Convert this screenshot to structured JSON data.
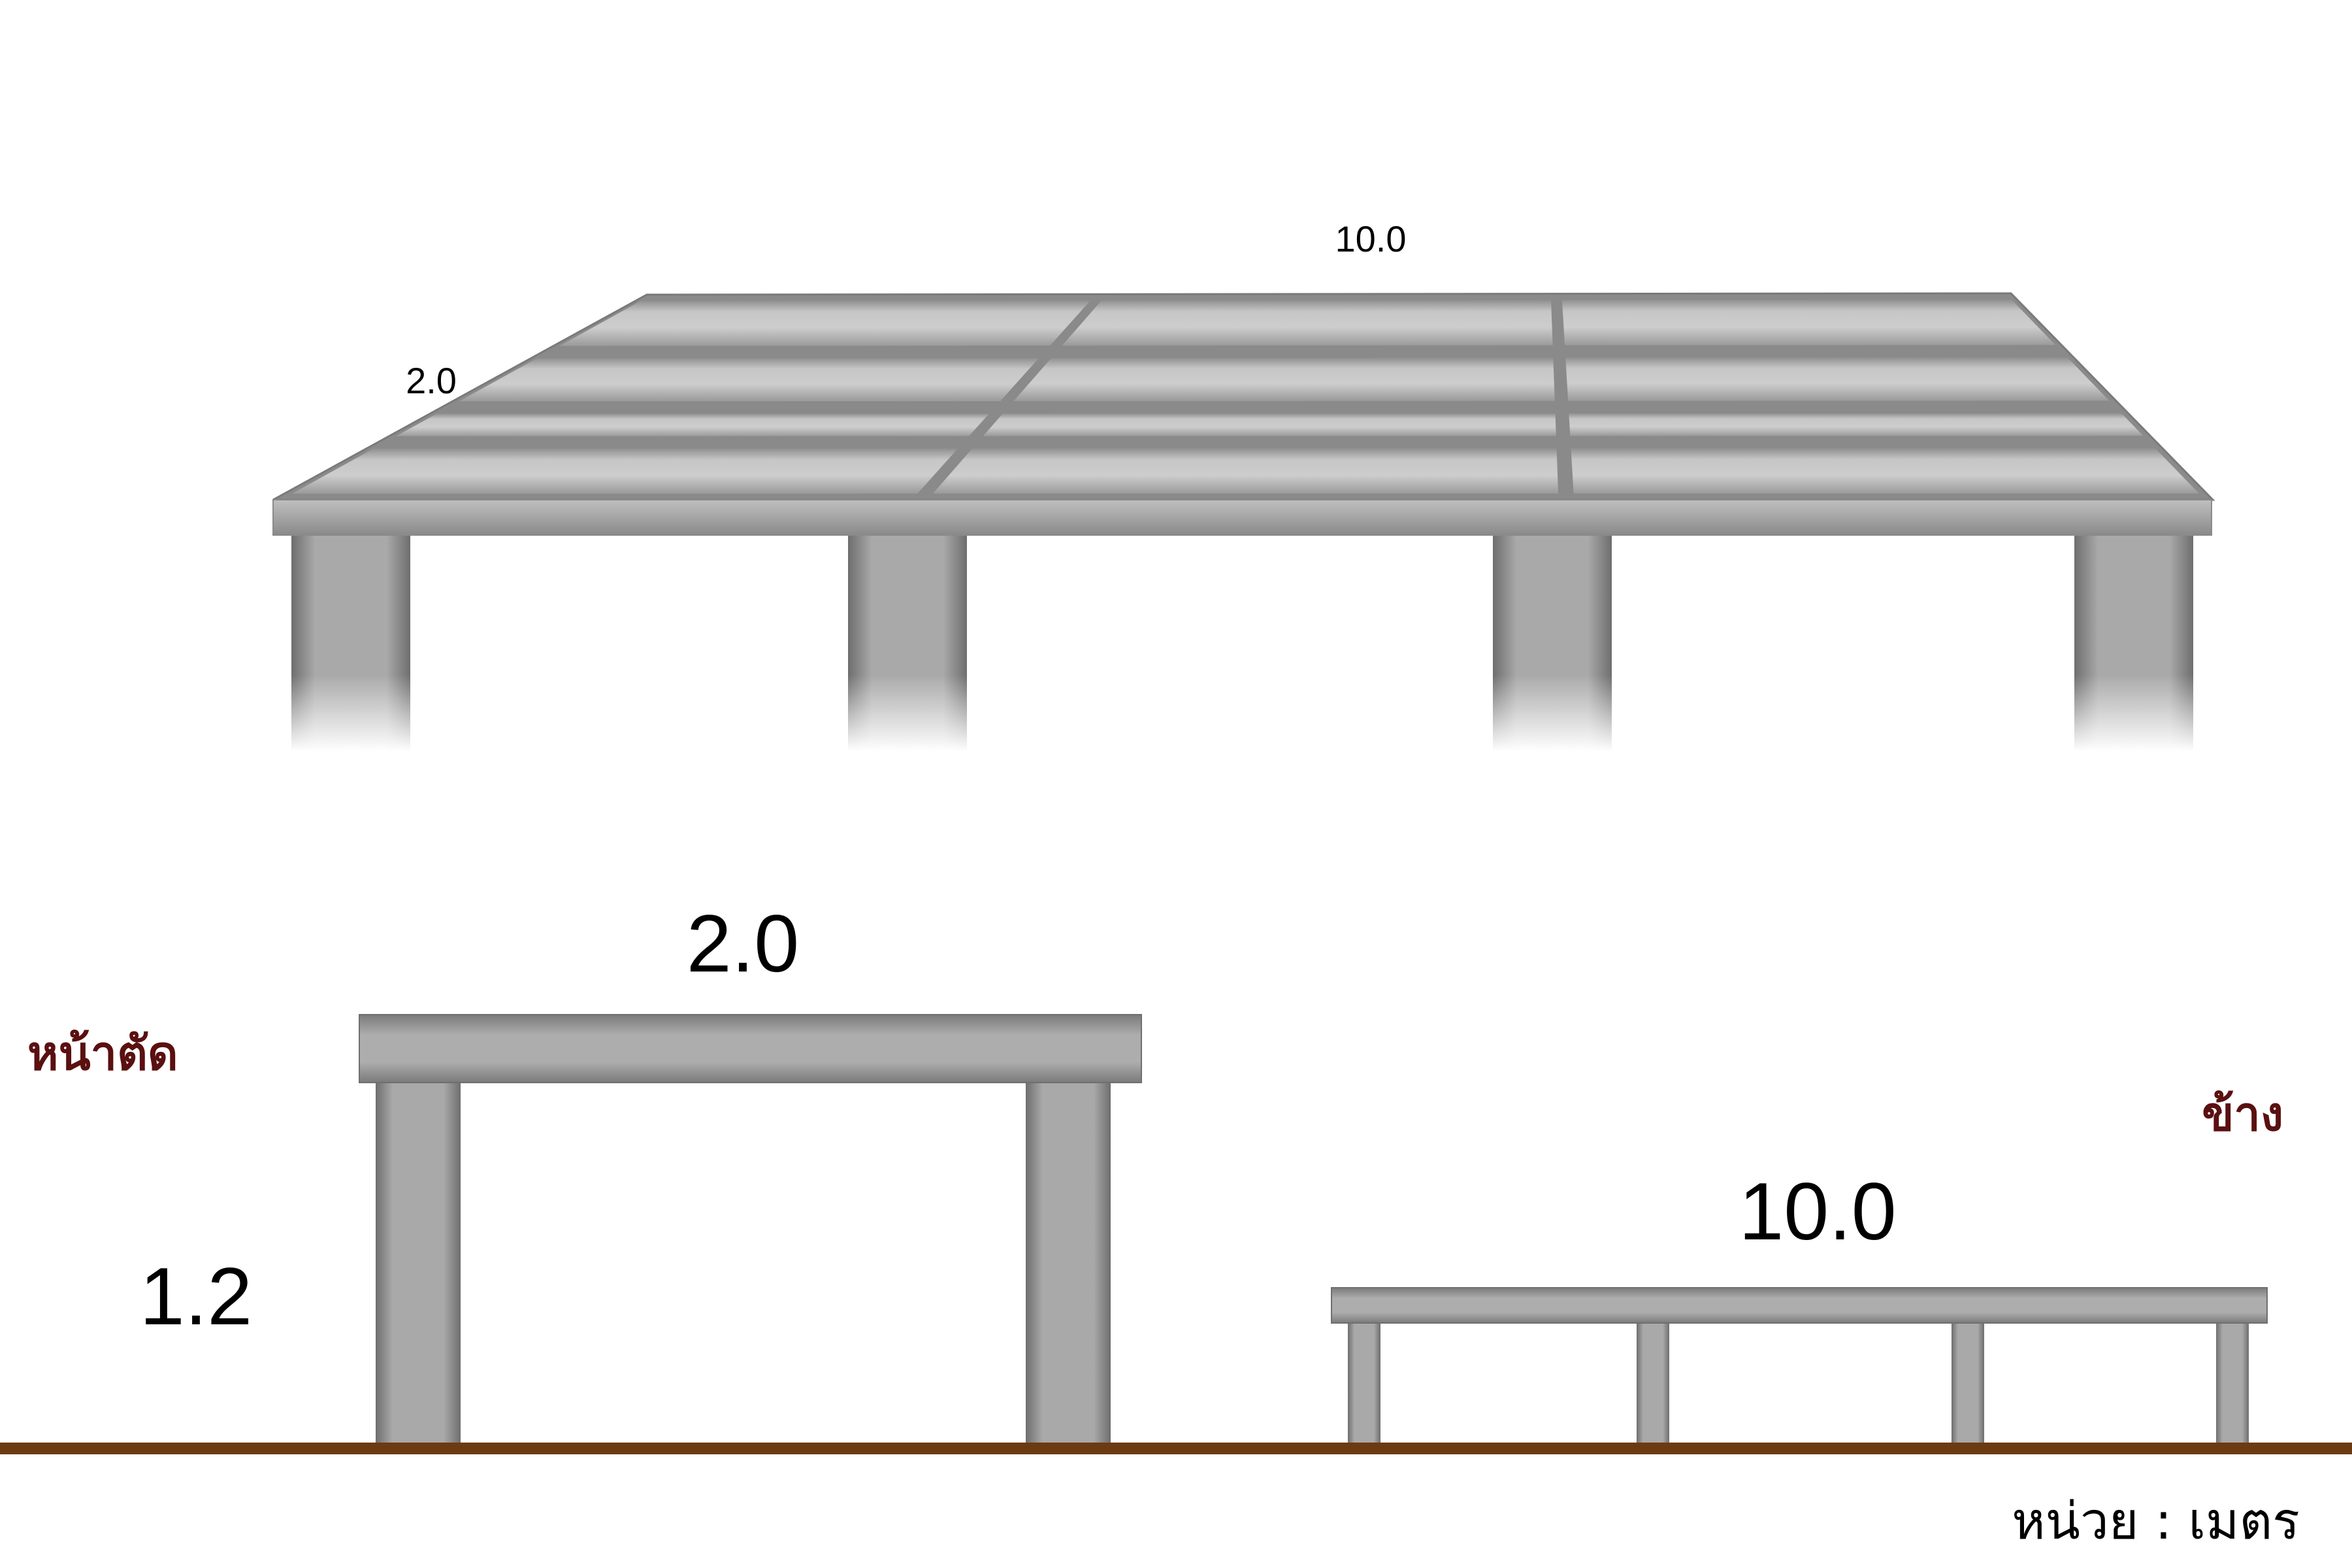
{
  "perspective": {
    "length_label": "10.0",
    "width_label": "2.0"
  },
  "cross_section": {
    "title": "หน้าตัด",
    "width_label": "2.0",
    "height_label": "1.2"
  },
  "side_view": {
    "title": "ข้าง",
    "length_label": "10.0"
  },
  "unit_label": "หน่วย : เมตร",
  "colors": {
    "slab_light": "#cfcfcf",
    "slab_mid": "#b3b3b3",
    "slab_dark": "#7a7a7a",
    "ground": "#6b3a12",
    "thai_label": "#5a1010"
  }
}
